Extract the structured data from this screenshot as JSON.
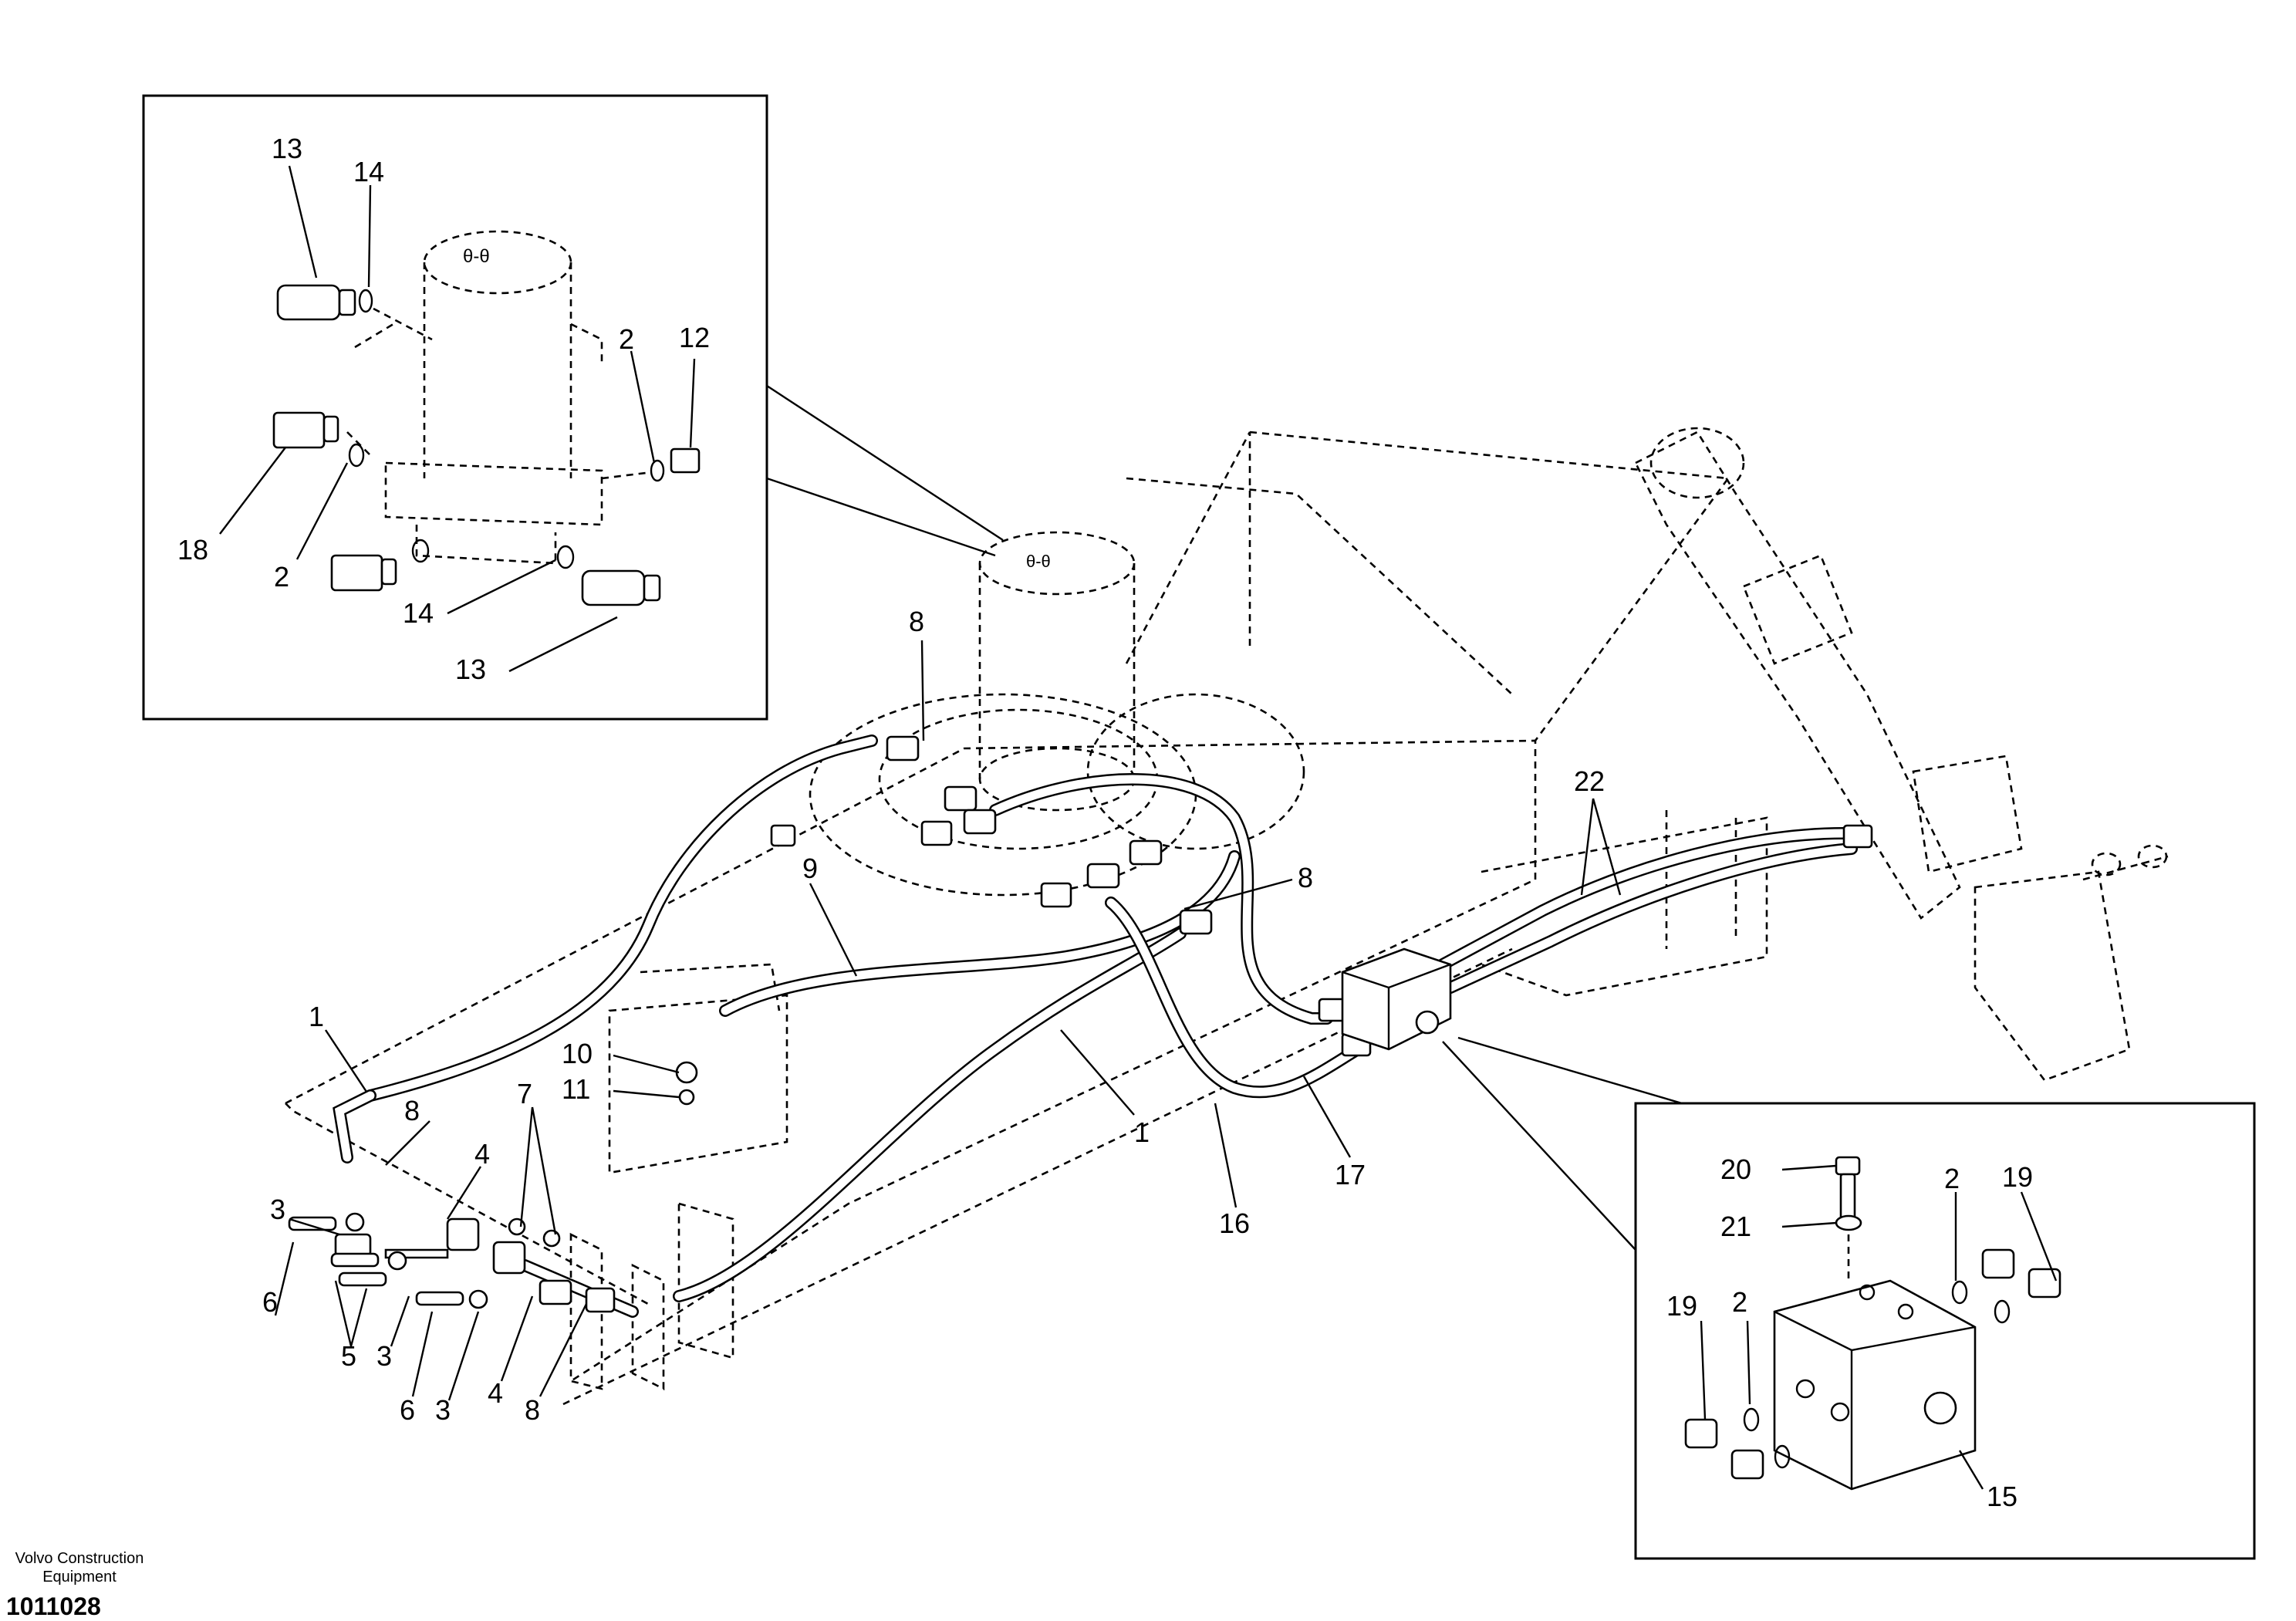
{
  "callouts": {
    "inset_top": [
      "13",
      "14",
      "2",
      "12",
      "18",
      "2",
      "14",
      "13"
    ],
    "main": [
      "8",
      "9",
      "8",
      "22",
      "1",
      "10",
      "11",
      "7",
      "8",
      "4",
      "3",
      "6",
      "5",
      "3",
      "6",
      "3",
      "4",
      "8",
      "1",
      "16",
      "17"
    ],
    "inset_bottom": [
      "20",
      "21",
      "2",
      "19",
      "19",
      "2",
      "15"
    ]
  },
  "footer": {
    "brand_line1": "Volvo Construction",
    "brand_line2": "Equipment",
    "drawing_number": "1011028"
  }
}
